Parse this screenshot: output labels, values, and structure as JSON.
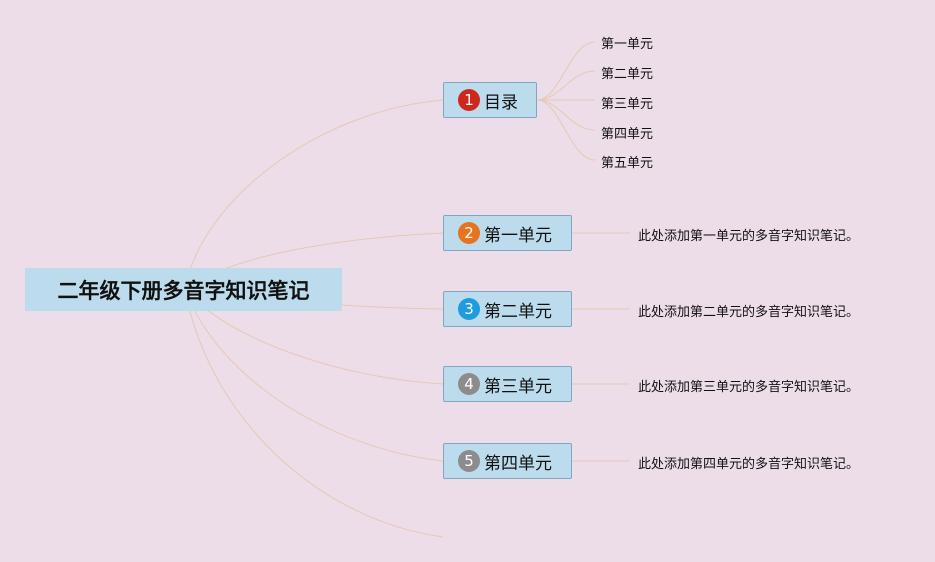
{
  "root": {
    "title": "二年级下册多音字知识笔记"
  },
  "branches": [
    {
      "number": "1",
      "label": "目录",
      "icon_color": "#d0271d"
    },
    {
      "number": "2",
      "label": "第一单元",
      "icon_color": "#e5731f"
    },
    {
      "number": "3",
      "label": "第二单元",
      "icon_color": "#1f9be0"
    },
    {
      "number": "4",
      "label": "第三单元",
      "icon_color": "#8c8c8c"
    },
    {
      "number": "5",
      "label": "第四单元",
      "icon_color": "#8c8c8c"
    }
  ],
  "toc_items": [
    "第一单元",
    "第二单元",
    "第三单元",
    "第四单元",
    "第五单元"
  ],
  "notes": [
    "此处添加第一单元的多音字知识笔记。",
    "此处添加第二单元的多音字知识笔记。",
    "此处添加第三单元的多音字知识笔记。",
    "此处添加第四单元的多音字知识笔记。"
  ],
  "colors": {
    "background": "#ecdde9",
    "node_fill": "#bcdced",
    "connector": "#e6c9b4"
  }
}
